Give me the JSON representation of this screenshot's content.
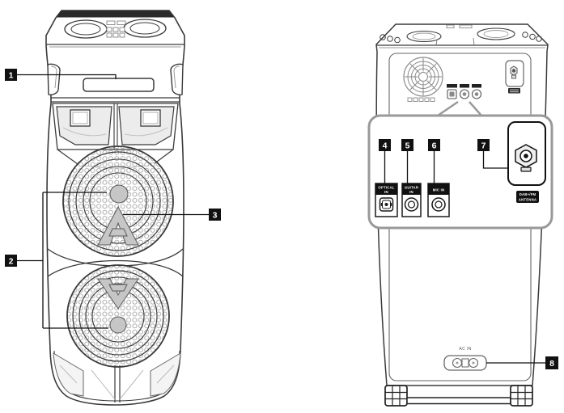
{
  "diagram": {
    "callouts": {
      "c1": "1",
      "c2": "2",
      "c3": "3",
      "c4": "4",
      "c5": "5",
      "c6": "6",
      "c7": "7",
      "c8": "8"
    },
    "labels": {
      "optical_line1": "OPTICAL",
      "optical_line2": "IN",
      "guitar_line1": "GUITAR",
      "guitar_line2": "IN",
      "mic_in": "MIC IN",
      "antenna_line1": "DAB+/FM",
      "antenna_line2": "ANTENNA",
      "ac_in": "AC IN"
    },
    "colors": {
      "outline": "#3a3a3a",
      "callout_bg": "#111111",
      "callout_text": "#ffffff",
      "speaker_shade": "#c6c6c6",
      "bubble_border": "#999999"
    }
  }
}
